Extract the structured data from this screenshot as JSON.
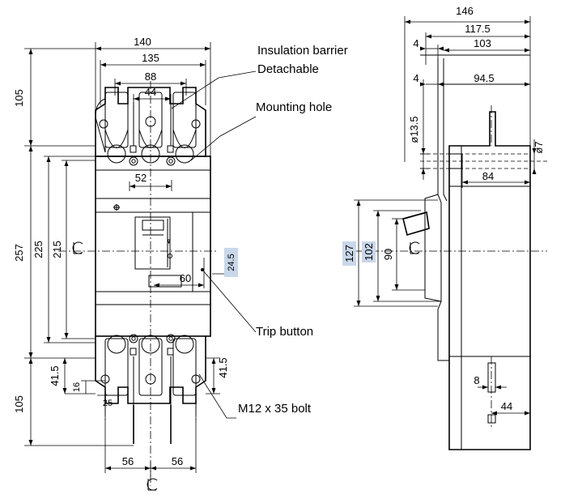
{
  "callouts": {
    "insulation_barrier": "Insulation barrier",
    "detachable": "Detachable",
    "mounting_hole": "Mounting hole",
    "trip_button": "Trip button",
    "bolt": "M12 x 35 bolt"
  },
  "centerline_symbol": "CL",
  "front_view": {
    "width_140": "140",
    "width_135": "135",
    "width_88": "88",
    "width_44": "44",
    "width_52": "52",
    "width_60": "60",
    "height_24_5": "24.5",
    "height_105_top": "105",
    "height_257": "257",
    "height_225": "225",
    "height_215": "215",
    "height_41_5_left": "41.5",
    "height_16": "16",
    "width_25": "25",
    "height_41_5_right": "41.5",
    "height_105_bottom": "105",
    "pitch_56_left": "56",
    "pitch_56_right": "56"
  },
  "side_view": {
    "depth_146": "146",
    "depth_117_5": "117.5",
    "depth_4_top": "4",
    "depth_103": "103",
    "depth_4_second": "4",
    "depth_94_5": "94.5",
    "dia_13_5": "ø13.5",
    "dia_7": "ø7",
    "depth_84": "84",
    "height_127": "127",
    "height_102": "102",
    "height_90": "90",
    "width_8": "8",
    "depth_44": "44"
  }
}
